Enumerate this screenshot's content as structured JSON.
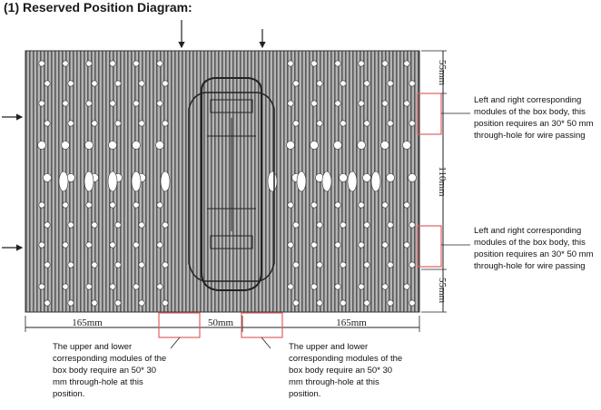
{
  "title": "(1) Reserved Position Diagram:",
  "dimensions": {
    "right_top": "55mm",
    "right_middle": "110mm",
    "right_bottom": "55mm",
    "bottom_left": "165mm",
    "bottom_center": "50mm",
    "bottom_right": "165mm"
  },
  "notes": {
    "right_upper": "Left and right corresponding modules of the box body, this position requires an 30* 50 mm through-hole for wire passing",
    "right_lower": "Left and right corresponding modules of the box body, this position requires an 30* 50 mm through-hole for wire passing",
    "bottom_left": "The upper and lower corresponding modules of the box body require an 50* 30 mm through-hole at this position.",
    "bottom_right": "The upper and lower corresponding modules of the box body require an 50* 30 mm through-hole at this position."
  },
  "colors": {
    "board": "#8c8c8c",
    "marker": "#e06060",
    "line": "#222222"
  }
}
